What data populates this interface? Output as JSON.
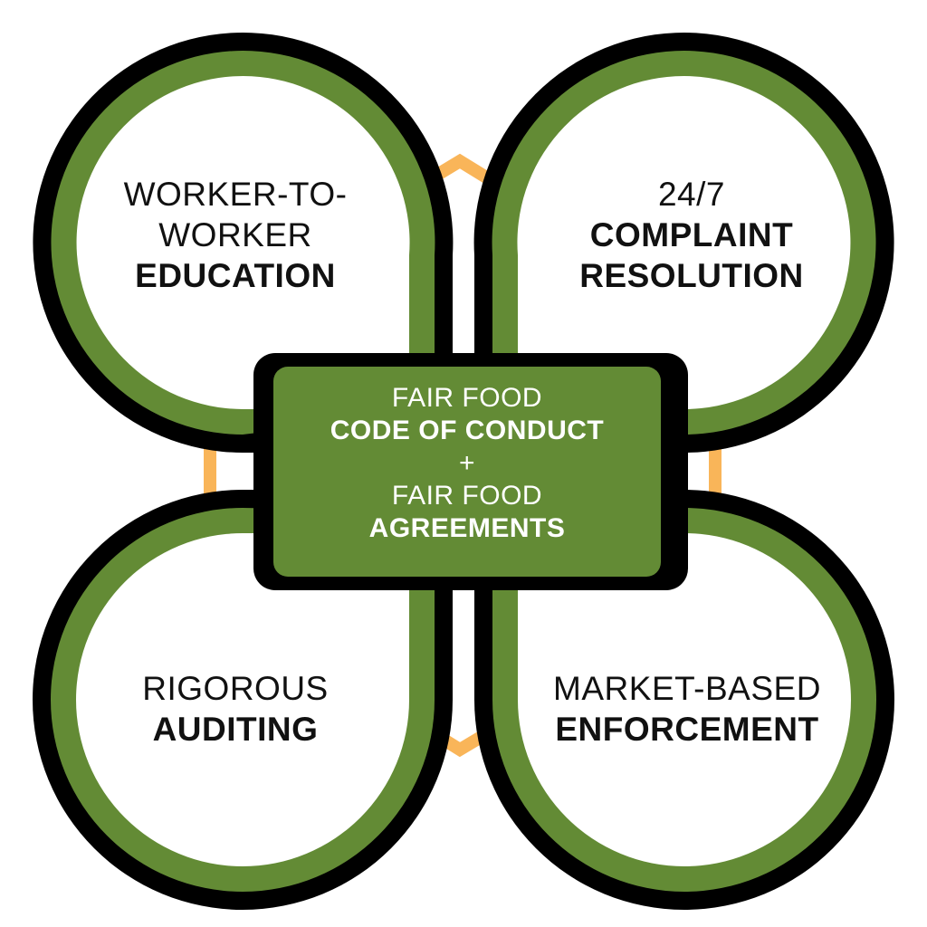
{
  "colors": {
    "outline": "#000000",
    "green": "#638b35",
    "fill": "#ffffff",
    "connector": "#f9b559",
    "text_dark": "#111111",
    "text_light": "#ffffff"
  },
  "center": {
    "line1": "FAIR FOOD",
    "line2": "CODE OF CONDUCT",
    "line3": "+",
    "line4": "FAIR FOOD",
    "line5": "AGREEMENTS"
  },
  "petals": {
    "top_left": {
      "line1": "WORKER-TO-",
      "line2": "WORKER",
      "line3": "EDUCATION"
    },
    "top_right": {
      "line1": "24/7",
      "line2": "COMPLAINT",
      "line3": "RESOLUTION"
    },
    "bottom_left": {
      "line1": "RIGOROUS",
      "line2": "AUDITING"
    },
    "bottom_right": {
      "line1": "MARKET-BASED",
      "line2": "ENFORCEMENT"
    }
  },
  "connectors": [
    "top",
    "left",
    "right",
    "bottom"
  ]
}
